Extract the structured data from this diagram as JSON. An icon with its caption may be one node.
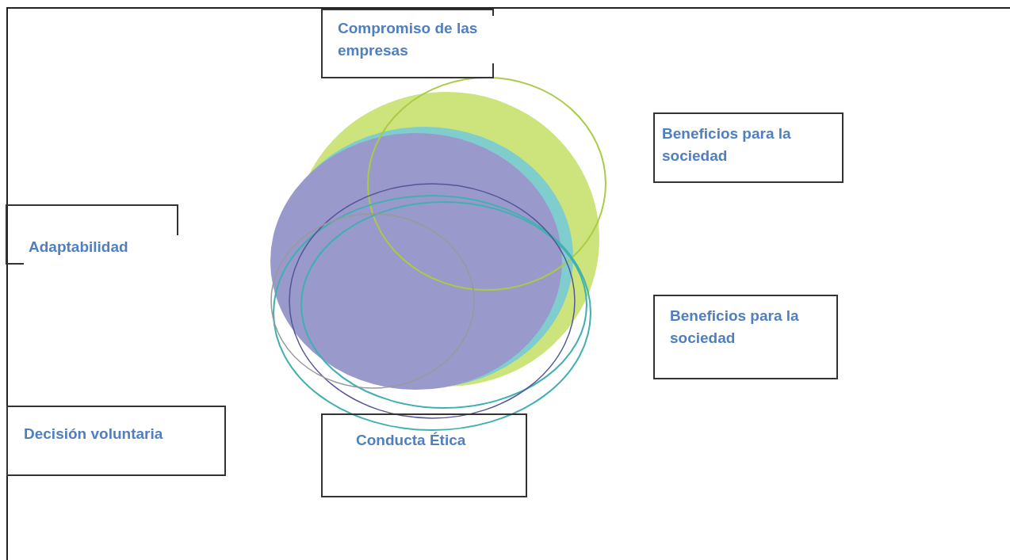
{
  "diagram": {
    "nodes": [
      {
        "text": [
          "Compromiso de las empresas"
        ]
      },
      {
        "text": [
          "Beneficios para la sociedad"
        ]
      },
      {
        "text": [
          "Adaptabilidad"
        ]
      },
      {
        "text": [
          "Beneficios para la sociedad"
        ]
      },
      {
        "text": [
          "Decisión voluntaria"
        ]
      },
      {
        "text": [
          "Conducta Ética"
        ]
      }
    ]
  }
}
